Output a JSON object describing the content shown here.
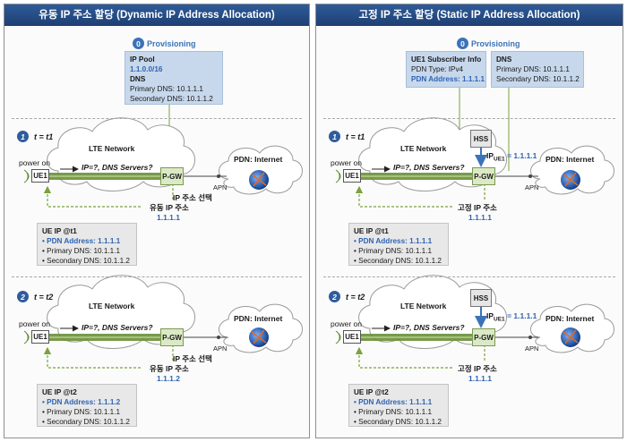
{
  "left": {
    "title": "유동 IP 주소 할당 (Dynamic IP Address Allocation)",
    "provisioning": {
      "num": "0",
      "label": "Provisioning",
      "box": {
        "h1": "IP Pool",
        "pool": "1.1.0.0/16",
        "h2": "DNS",
        "primary": "Primary DNS: 10.1.1.1",
        "secondary": "Secondary DNS: 10.1.1.2"
      }
    },
    "s1": {
      "num": "1",
      "time": "t = t1",
      "lte": "LTE Network",
      "pdn": "PDN: Internet",
      "power": "power on",
      "request": "IP=?, DNS Servers?",
      "ue": "UE1",
      "pgw": "P-GW",
      "apn": "APN",
      "select": "IP 주소 선택",
      "addr_label": "유동 IP 주소",
      "addr": "1.1.1.1",
      "info": {
        "head": "UE IP @t1",
        "pdn": "• PDN Address: 1.1.1.1",
        "primary": "• Primary DNS: 10.1.1.1",
        "secondary": "• Secondary DNS: 10.1.1.2"
      }
    },
    "s2": {
      "num": "2",
      "time": "t = t2",
      "lte": "LTE Network",
      "pdn": "PDN: Internet",
      "power": "power on",
      "request": "IP=?, DNS Servers?",
      "ue": "UE1",
      "pgw": "P-GW",
      "apn": "APN",
      "select": "IP 주소 선택",
      "addr_label": "유동 IP 주소",
      "addr": "1.1.1.2",
      "info": {
        "head": "UE IP @t2",
        "pdn": "• PDN Address: 1.1.1.2",
        "primary": "• Primary DNS: 10.1.1.1",
        "secondary": "• Secondary DNS: 10.1.1.2"
      }
    }
  },
  "right": {
    "title": "고정 IP 주소 할당 (Static IP Address Allocation)",
    "provisioning": {
      "num": "0",
      "label": "Provisioning",
      "sub_box": {
        "h": "UE1 Subscriber Info",
        "type": "PDN Type: IPv4",
        "addr": "PDN Address: 1.1.1.1"
      },
      "dns_box": {
        "h": "DNS",
        "primary": "Primary DNS: 10.1.1.1",
        "secondary": "Secondary DNS: 10.1.1.2"
      }
    },
    "s1": {
      "num": "1",
      "time": "t = t1",
      "lte": "LTE Network",
      "pdn": "PDN: Internet",
      "power": "power on",
      "request": "IP=?, DNS Servers?",
      "ue": "UE1",
      "pgw": "P-GW",
      "hss": "HSS",
      "ip_label": "IP",
      "ip_sub": "UE1",
      "ip_value": "= 1.1.1.1",
      "apn": "APN",
      "addr_label": "고정 IP 주소",
      "addr": "1.1.1.1",
      "info": {
        "head": "UE IP @t1",
        "pdn": "• PDN Address: 1.1.1.1",
        "primary": "• Primary DNS: 10.1.1.1",
        "secondary": "• Secondary DNS: 10.1.1.2"
      }
    },
    "s2": {
      "num": "2",
      "time": "t = t2",
      "lte": "LTE Network",
      "pdn": "PDN: Internet",
      "power": "power on",
      "request": "IP=?, DNS Servers?",
      "ue": "UE1",
      "pgw": "P-GW",
      "hss": "HSS",
      "ip_label": "IP",
      "ip_sub": "UE1",
      "ip_value": "= 1.1.1.1",
      "apn": "APN",
      "addr_label": "고정 IP 주소",
      "addr": "1.1.1.1",
      "info": {
        "head": "UE IP @t2",
        "pdn": "• PDN Address: 1.1.1.1",
        "primary": "• Primary DNS: 10.1.1.1",
        "secondary": "• Secondary DNS: 10.1.1.2"
      }
    }
  },
  "colors": {
    "header": "#1f3f73",
    "accent_blue": "#2f64b3",
    "tunnel_green": "#6a8f3a",
    "dashed_green": "#7aa33c"
  }
}
